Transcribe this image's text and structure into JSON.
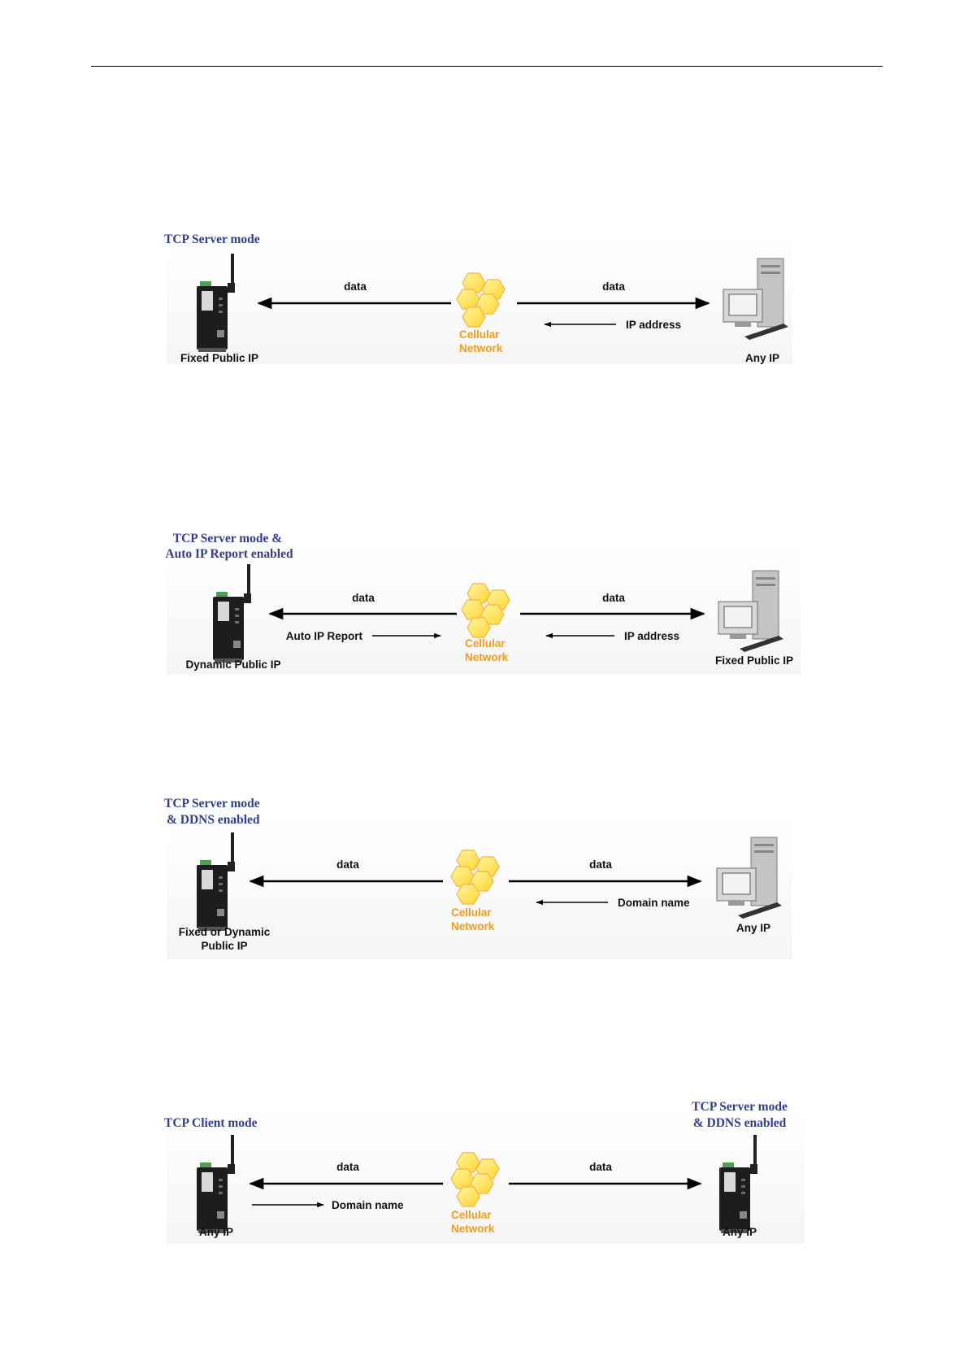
{
  "diagrams": [
    {
      "title_lines": [
        "TCP Server mode"
      ],
      "left_device": {
        "icon": "cellular-gateway-icon",
        "label_lines": [
          "Fixed Public IP"
        ]
      },
      "right_device": {
        "icon": "computer-icon",
        "label_lines": [
          "Any IP"
        ]
      },
      "network_lines": [
        "Cellular",
        "Network"
      ],
      "arrows": {
        "left_data": "data",
        "right_data": "data",
        "right_sub": "IP address"
      }
    },
    {
      "title_lines": [
        "TCP Server mode &",
        "Auto IP Report enabled"
      ],
      "left_device": {
        "icon": "cellular-gateway-icon",
        "label_lines": [
          "Dynamic Public IP"
        ]
      },
      "right_device": {
        "icon": "computer-icon",
        "label_lines": [
          "Fixed Public IP"
        ]
      },
      "network_lines": [
        "Cellular",
        "Network"
      ],
      "arrows": {
        "left_data": "data",
        "left_sub": "Auto IP Report",
        "right_data": "data",
        "right_sub": "IP address"
      }
    },
    {
      "title_lines": [
        "TCP Server mode",
        "& DDNS enabled"
      ],
      "left_device": {
        "icon": "cellular-gateway-icon",
        "label_lines": [
          "Fixed or Dynamic",
          "Public IP"
        ]
      },
      "right_device": {
        "icon": "computer-icon",
        "label_lines": [
          "Any IP"
        ]
      },
      "network_lines": [
        "Cellular",
        "Network"
      ],
      "arrows": {
        "left_data": "data",
        "right_data": "data",
        "right_sub": "Domain name"
      }
    },
    {
      "title_lines": [
        "TCP Client mode"
      ],
      "right_title_lines": [
        "TCP Server mode",
        "& DDNS enabled"
      ],
      "left_device": {
        "icon": "cellular-gateway-icon",
        "label_lines": [
          "Any IP"
        ]
      },
      "right_device": {
        "icon": "cellular-gateway-icon",
        "label_lines": [
          "Any IP"
        ]
      },
      "network_lines": [
        "Cellular",
        "Network"
      ],
      "arrows": {
        "left_data": "data",
        "left_sub": "Domain name",
        "right_data": "data"
      }
    }
  ],
  "colors": {
    "title": "#333e8c",
    "network": "#f29b1d",
    "hex_fill": "#ffe14d",
    "hex_stroke": "#f3b441"
  }
}
